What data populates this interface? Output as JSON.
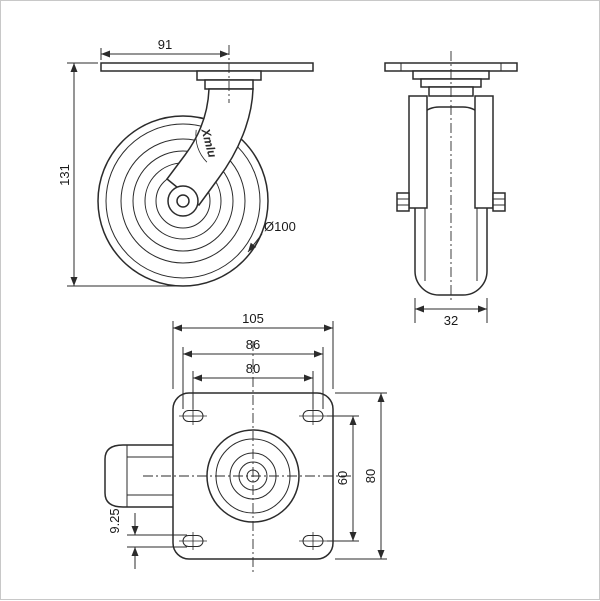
{
  "drawing": {
    "subject": "swivel caster technical drawing - three orthographic views",
    "brand": "Xmlu",
    "logo_mark": "swoosh",
    "views": {
      "side": {
        "plate_to_swivel_width": "91",
        "overall_height": "131",
        "wheel_diameter": "Ø100"
      },
      "front": {
        "wheel_width": "32"
      },
      "plan": {
        "plate_width": "105",
        "bolt_slot_outer_span": "86",
        "bolt_hole_spacing_x": "80",
        "bolt_hole_spacing_y": "60",
        "plate_height": "80",
        "bolt_slot_width": "9.25"
      }
    },
    "colors": {
      "line": "#2b2b2b",
      "background": "#ffffff",
      "border": "#c8c8c8"
    }
  }
}
